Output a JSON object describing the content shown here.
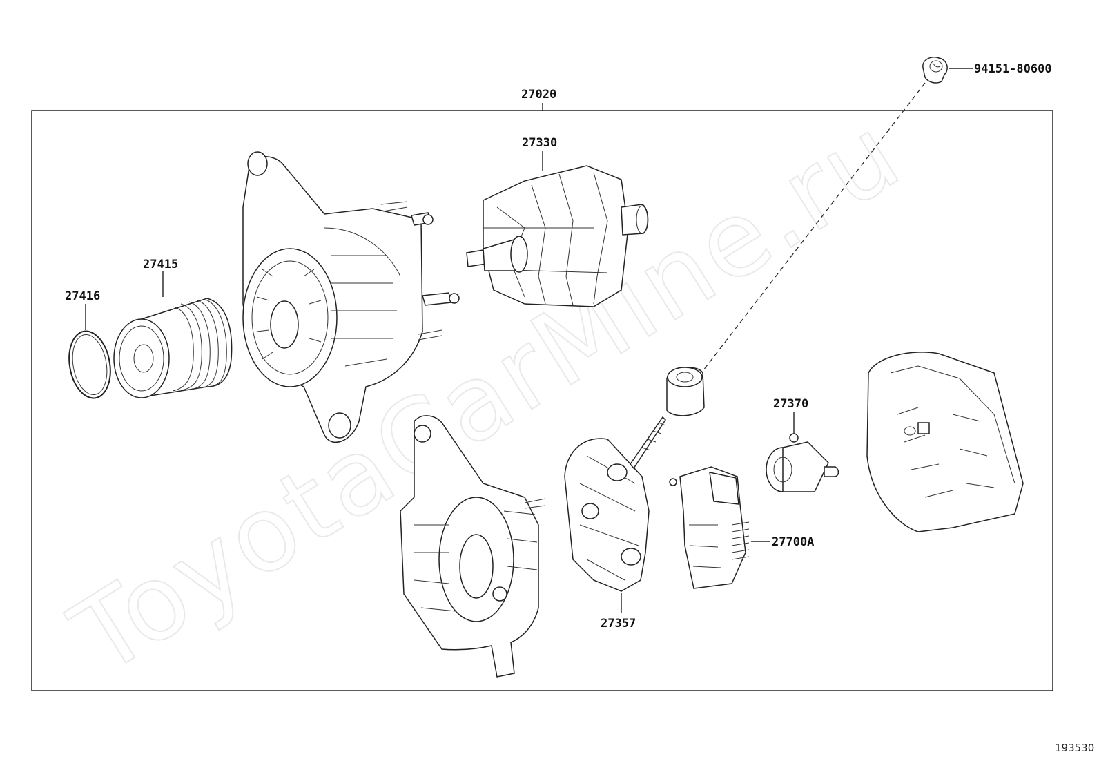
{
  "watermark": "ToyotaCarMine.ru",
  "image_id": "193530",
  "labels": {
    "assembly": "27020",
    "rotor": "27330",
    "pulley": "27415",
    "cap": "27416",
    "bolt": "94151-80600",
    "rectifier": "27357",
    "brush_holder": "27370",
    "regulator": "27700A"
  },
  "icons": {
    "pulley": "pulley-icon",
    "rotor": "rotor-icon",
    "housing": "drive-end-frame-icon"
  }
}
